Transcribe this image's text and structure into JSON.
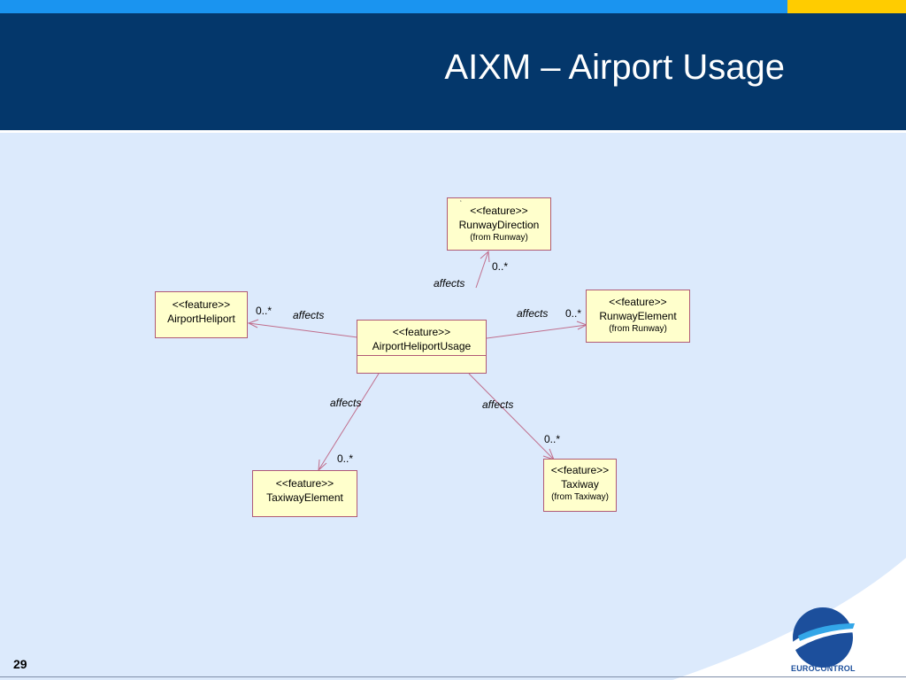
{
  "slide": {
    "title": "AIXM – Airport Usage",
    "page_number": "29",
    "logo_text": "EUROCONTROL"
  },
  "colors": {
    "header": "#04376b",
    "top_strip": "#1a94f0",
    "accent": "#ffcc00",
    "canvas": "#dceafc",
    "box_fill": "#ffffcc",
    "box_border": "#b05a76",
    "edge": "#c06e8c"
  },
  "diagram": {
    "classes": {
      "runway_direction": {
        "stereotype": "<<feature>>",
        "name": "RunwayDirection",
        "from": "(from Runway)"
      },
      "airport_heliport": {
        "stereotype": "<<feature>>",
        "name": "AirportHeliport"
      },
      "usage": {
        "stereotype": "<<feature>>",
        "name": "AirportHeliportUsage"
      },
      "runway_element": {
        "stereotype": "<<feature>>",
        "name": "RunwayElement",
        "from": "(from Runway)"
      },
      "taxiway_element": {
        "stereotype": "<<feature>>",
        "name": "TaxiwayElement"
      },
      "taxiway": {
        "stereotype": "<<feature>>",
        "name": "Taxiway",
        "from": "(from Taxiway)"
      }
    },
    "associations": [
      {
        "role": "affects",
        "multiplicity": "0..*"
      },
      {
        "role": "affects",
        "multiplicity": "0..*"
      },
      {
        "role": "affects",
        "multiplicity": "0..*"
      },
      {
        "role": "affects",
        "multiplicity": "0..*"
      },
      {
        "role": "affects",
        "multiplicity": "0..*"
      }
    ]
  }
}
